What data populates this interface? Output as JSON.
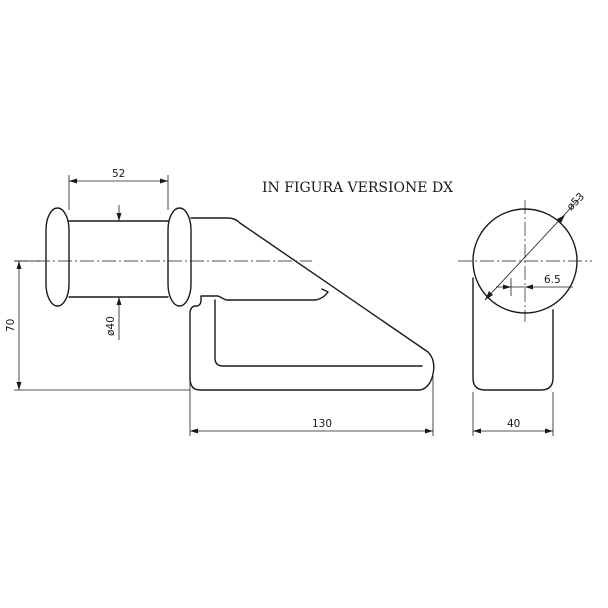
{
  "drawing": {
    "note": "IN FIGURA VERSIONE DX",
    "dimensions": {
      "roll_length": "52",
      "roll_diameter": "ø40",
      "height": "70",
      "total_length": "130",
      "end_diameter": "ø53",
      "offset": "6.5",
      "width": "40"
    }
  }
}
